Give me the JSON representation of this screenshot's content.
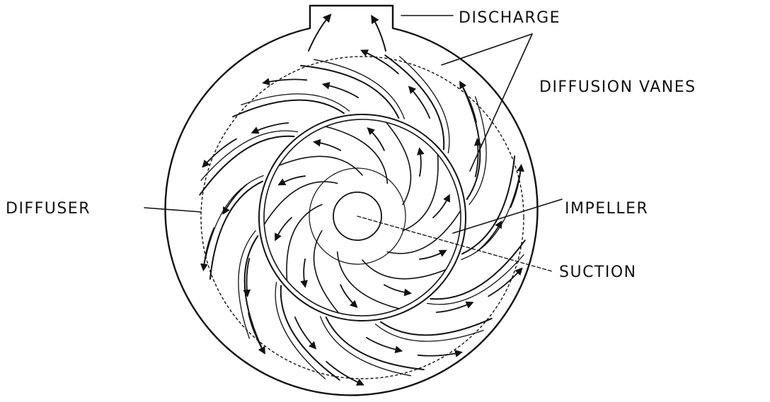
{
  "diagram": {
    "labels": {
      "discharge": "DISCHARGE",
      "diffusion_vanes": "DIFFUSION VANES",
      "diffuser": "DIFFUSER",
      "impeller": "IMPELLER",
      "suction": "SUCTION"
    },
    "colors": {
      "ink": "#111111",
      "background": "#ffffff"
    },
    "components": {
      "impeller_blade_count": 10,
      "diffusion_vane_count": 12,
      "flow_arrow_count": 30
    }
  }
}
